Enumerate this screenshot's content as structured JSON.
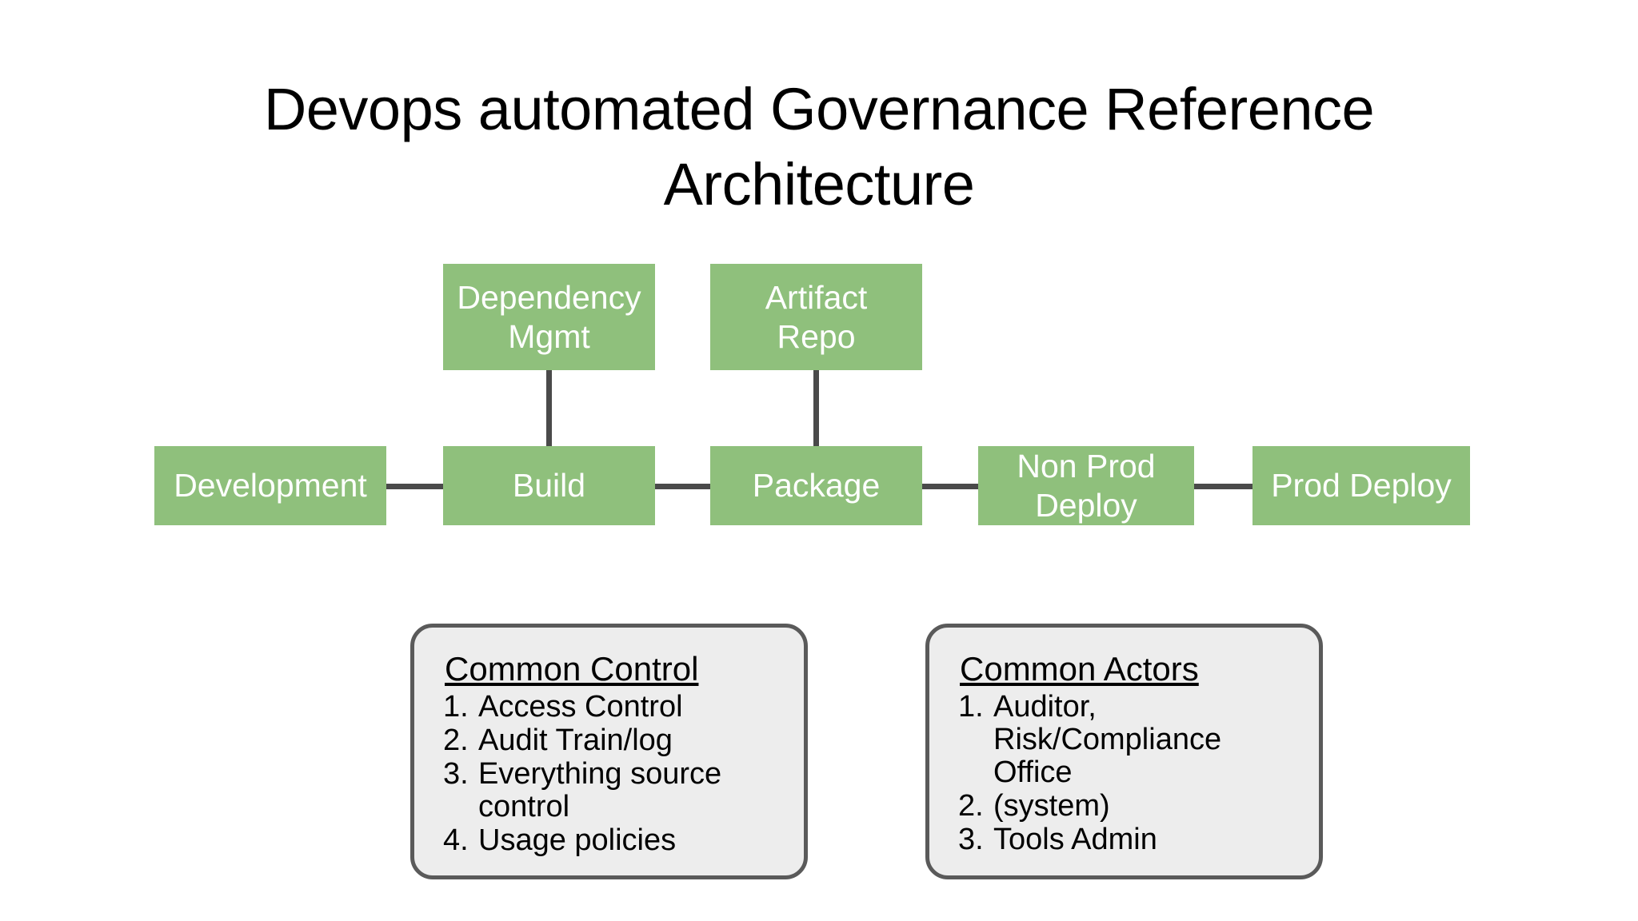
{
  "slide": {
    "title": "Devops automated Governance Reference\nArchitecture",
    "background_color": "#ffffff"
  },
  "colors": {
    "process_box_fill": "#8FC07C",
    "process_box_text": "#FFFFFF",
    "connector": "#4A4A4A",
    "card_fill": "#EDEDED",
    "card_border": "#5A5A5A",
    "title_text": "#000000"
  },
  "diagram": {
    "pipeline": [
      {
        "id": "development",
        "label": "Development"
      },
      {
        "id": "build",
        "label": "Build"
      },
      {
        "id": "package",
        "label": "Package"
      },
      {
        "id": "non-prod-deploy",
        "label": "Non Prod\nDeploy"
      },
      {
        "id": "prod-deploy",
        "label": "Prod Deploy"
      }
    ],
    "supporting": [
      {
        "id": "dependency-mgmt",
        "label": "Dependency\nMgmt",
        "connects_to": "build"
      },
      {
        "id": "artifact-repo",
        "label": "Artifact\nRepo",
        "connects_to": "package"
      }
    ]
  },
  "cards": [
    {
      "id": "common-control",
      "title": "Common Control",
      "items": [
        {
          "num": "1.",
          "text": "Access Control"
        },
        {
          "num": "2.",
          "text": "Audit Train/log"
        },
        {
          "num": "3.",
          "text": "Everything source control"
        },
        {
          "num": "4.",
          "text": "Usage policies"
        }
      ]
    },
    {
      "id": "common-actors",
      "title": "Common Actors",
      "items": [
        {
          "num": "1.",
          "text": "Auditor, Risk/Compliance Office"
        },
        {
          "num": "2.",
          "text": "(system)"
        },
        {
          "num": "3.",
          "text": "Tools Admin"
        }
      ]
    }
  ]
}
